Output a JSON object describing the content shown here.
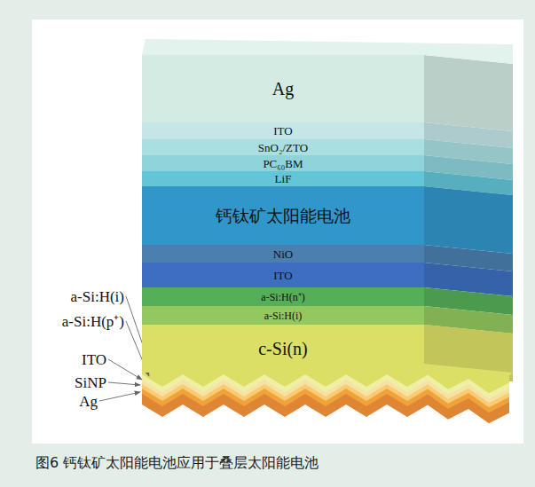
{
  "diagram": {
    "caption": "图6 钙钛矿太阳能电池应用于叠层太阳能电池",
    "nodes": [
      {
        "text": [
          "Ag"
        ]
      },
      {
        "text": [
          "ITO"
        ]
      },
      {
        "text": [
          "SnO₂/ZTO"
        ]
      },
      {
        "text": [
          "PC₆₀BM"
        ]
      },
      {
        "text": [
          "LiF"
        ]
      },
      {
        "text": [
          "钙钛矿太阳能电池"
        ]
      },
      {
        "text": [
          "NiO"
        ]
      },
      {
        "text": [
          "ITO"
        ]
      },
      {
        "text": [
          "a-Si:H(n⁺)"
        ]
      },
      {
        "text": [
          "a-Si:H(i)"
        ]
      },
      {
        "text": [
          "c-Si(n)"
        ]
      }
    ],
    "labels": [
      "a-Si:H(i)",
      "a-Si:H(p⁺)",
      "ITO",
      "SiNP",
      "Ag"
    ]
  }
}
